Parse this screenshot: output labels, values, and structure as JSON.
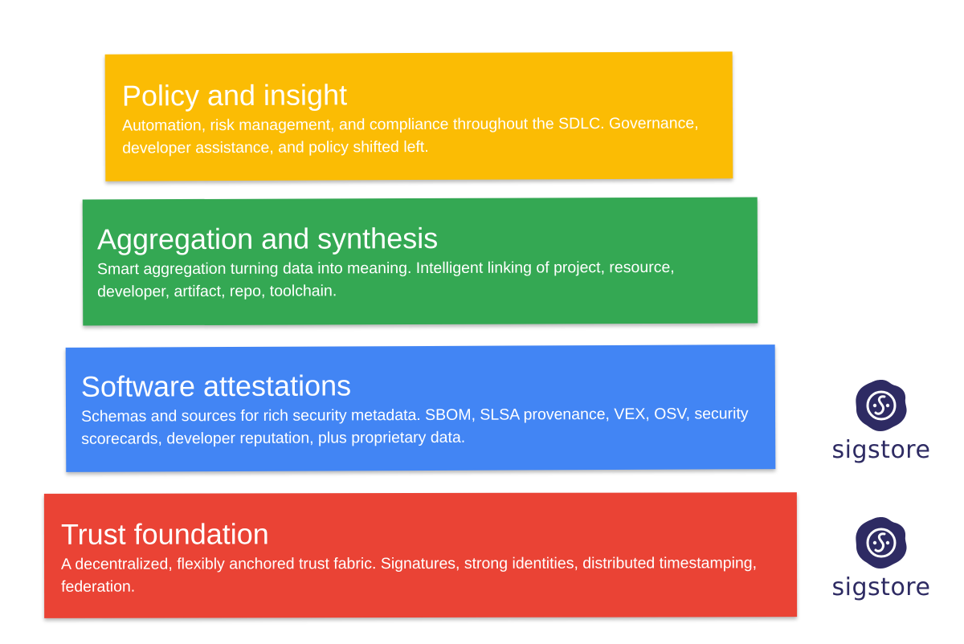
{
  "layers": [
    {
      "title": "Policy and insight",
      "description": "Automation, risk management, and compliance throughout the SDLC. Governance, developer assistance, and policy shifted left.",
      "color": "#FBBC04"
    },
    {
      "title": "Aggregation and synthesis",
      "description": "Smart aggregation turning data into meaning. Intelligent linking of project, resource, developer, artifact, repo, toolchain.",
      "color": "#34A853"
    },
    {
      "title": "Software attestations",
      "description": "Schemas and sources for rich security metadata. SBOM, SLSA provenance, VEX, OSV, security scorecards, developer reputation, plus proprietary data.",
      "color": "#4285F4"
    },
    {
      "title": "Trust foundation",
      "description": "A decentralized, flexibly anchored trust fabric. Signatures, strong identities, distributed timestamping, federation.",
      "color": "#EA4335"
    }
  ],
  "logos": [
    {
      "wordmark": "sigstore",
      "icon": "sigstore-seal-icon",
      "color": "#2E2B63"
    },
    {
      "wordmark": "sigstore",
      "icon": "sigstore-seal-icon",
      "color": "#2E2B63"
    }
  ]
}
